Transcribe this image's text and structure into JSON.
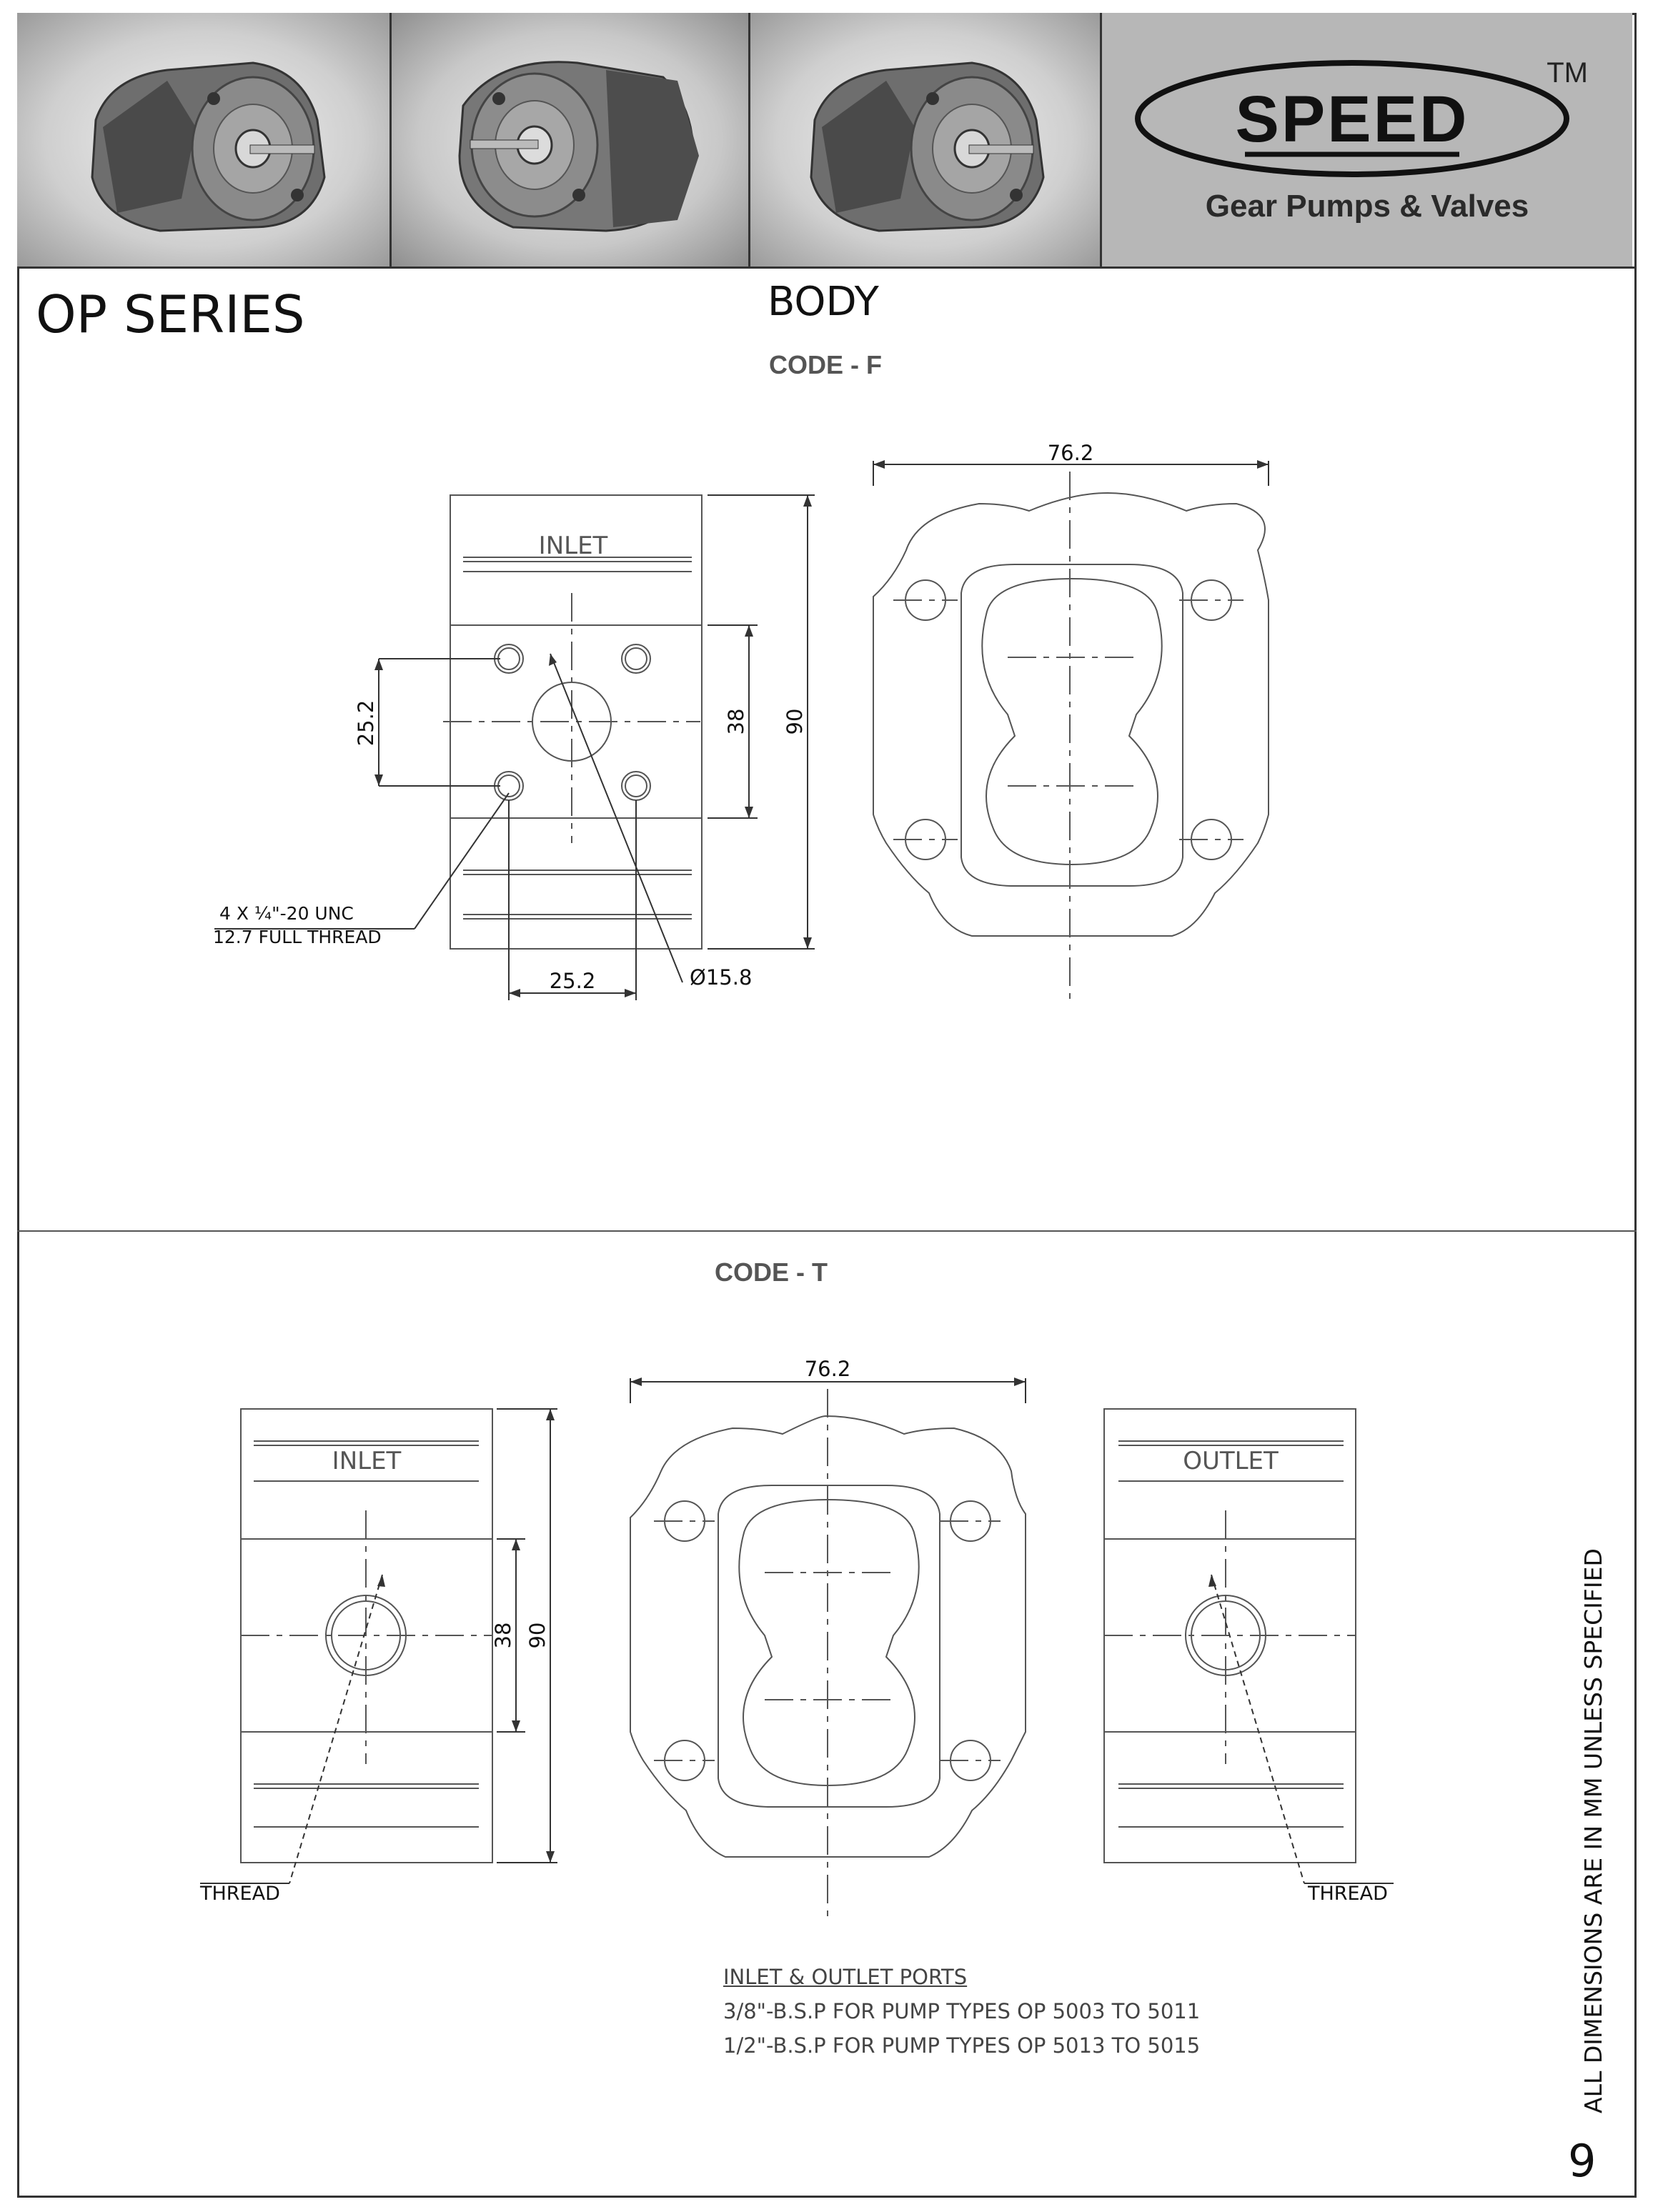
{
  "header": {
    "brand": "SPEED",
    "trademark": "TM",
    "tagline": "Gear Pumps & Valves",
    "photos": [
      "gear-pump-photo",
      "gear-pump-photo",
      "gear-pump-photo"
    ]
  },
  "series_title": "OP SERIES",
  "section_title": "BODY",
  "code_f": {
    "label": "CODE - F",
    "inlet_label": "INLET",
    "dim_width": "76.2",
    "dim_height": "90",
    "dim_port_spacing": "38",
    "dim_bolt_vertical": "25.2",
    "dim_bolt_horizontal": "25.2",
    "dim_port_diameter": "Ø15.8",
    "thread_note_line1": "4 X ¼\"-20 UNC",
    "thread_note_line2": "12.7 FULL THREAD"
  },
  "code_t": {
    "label": "CODE - T",
    "inlet_label": "INLET",
    "outlet_label": "OUTLET",
    "dim_width": "76.2",
    "dim_height": "90",
    "dim_port_spacing": "38",
    "thread_left": "THREAD",
    "thread_right": "THREAD"
  },
  "ports_note": {
    "heading": "INLET & OUTLET PORTS",
    "line1": "3/8\"-B.S.P FOR PUMP TYPES OP 5003 TO 5011",
    "line2": "1/2\"-B.S.P FOR PUMP TYPES OP 5013 TO 5015"
  },
  "side_note": "ALL DIMENSIONS ARE IN MM UNLESS SPECIFIED",
  "page_number": "9"
}
